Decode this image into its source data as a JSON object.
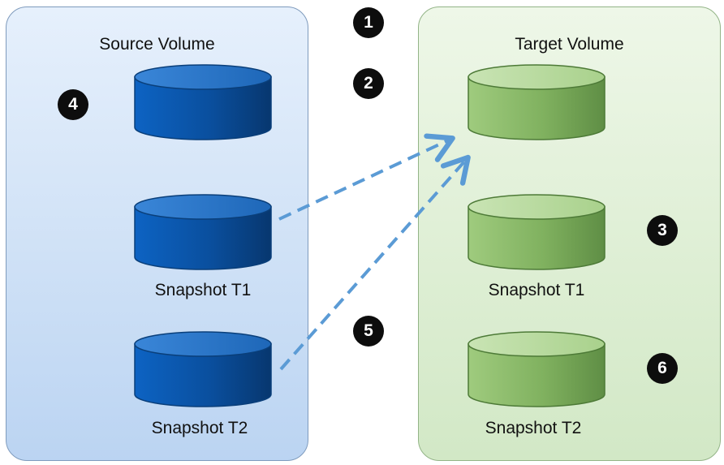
{
  "source": {
    "title": "Source Volume",
    "snapshots": [
      "Snapshot T1",
      "Snapshot T2"
    ]
  },
  "target": {
    "title": "Target Volume",
    "snapshots": [
      "Snapshot T1",
      "Snapshot T2"
    ]
  },
  "steps": [
    "1",
    "2",
    "3",
    "4",
    "5",
    "6"
  ],
  "colors": {
    "source_cylinder": "#0f5bb0",
    "target_cylinder": "#8cbd6a",
    "arrow": "#5b9bd5",
    "badge": "#0d0d0d"
  }
}
